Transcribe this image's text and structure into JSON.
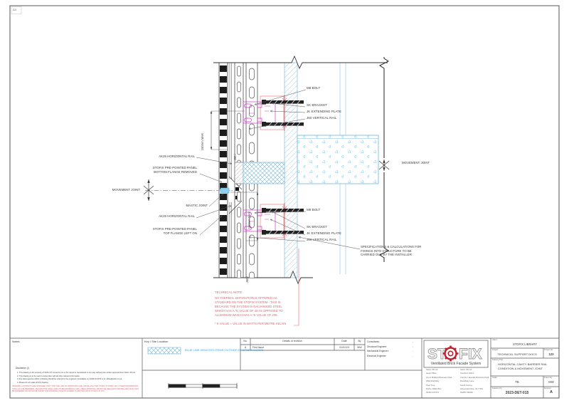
{
  "sheet": {
    "size_label": "A3"
  },
  "drawing": {
    "labels": {
      "m8_bolt": "M8 BOLT",
      "sk_bracket": "SK BRACKET",
      "jk_extending_plate": "JK EXTENDING PLATE",
      "j60_vertical_rail": "J60 VERTICAL RAIL",
      "ak25_horizontal_rail": "AK25 HORIZONTAL RAIL",
      "panel_bottom_flange": "STOFIX PRE-POINTED PANEL BOTTOM FLANGE REMOVED",
      "panel_top_flange": "STOFIX PRE-POINTED PANEL TOP FLANGE LEFT ON",
      "movement_joint": "MOVEMENT JOINT",
      "mastic_joint": "MASTIC JOINT",
      "dim_150": "150mm MAX",
      "j60_tag": "J60 /",
      "spec_note": "SPECIFICATIONS & CALCULATIONS FOR FIXINGS INTO STRUCTURE TO BE CARRIED OUT BY THE INSTALLER"
    },
    "technical_note": {
      "title": "TECHNICAL NOTE:",
      "body": "NO THERMAL SEPARATION IS OFFERED AS STANDARD ON THE STOFIX SYSTEM - THIS IS BECAUSE THE SYSTEM IS GALVANISED STEEL WHICH HAS A *K VALUE OF 45 AS OPPOSED TO ALUMINIUM WHICH HAS A *K VALUE OF 205.",
      "footnote": "* K VALUE = VALUE IN WATTS PER METRE KELVIN"
    },
    "colors": {
      "outside_scope_blue": "#7fbcd9",
      "bracket_magenta": "#c83cc8",
      "detail_red": "#e8909a",
      "note_red": "#e8606e"
    }
  },
  "notes_panel": {
    "title": "Notes"
  },
  "disclaimer": {
    "title": "Disclaimer  (!)",
    "items": [
      "1.   This drawing is the property of Stofix UK Ltd and is not to be copied or reproduced in any way without prior written approval from Stofix UK Ltd.",
      "2.   This drawing is to be read in conjunction with all other relevant information.",
      "3.   Any discrepancies within a drawing should be referred to the engineer immediately on 01332 347373 or E: office@stofix.co.uk",
      "4.   Please do not scale off this drawing."
    ],
    "warning": "DRAWING CONTENTS ARE INTENDED ONLY FOR THE USE OF APPROVING AND INSTALLING THE STOFIX SYSTEM. ANY OTHER INFORMATION SUCH AS THE BARRIERS, DECORATIVE STEEL AND OTHER MATERIALS WILL NEED APPROVAL FROM THE RELEVANT PARTIES AND MUST NOT BE ORDERED OR INSTALLED FROM THIS DRAWING UNLESS AGREED IN WRITING WITH STOFIX UK LTD."
  },
  "key_panel": {
    "title": "Key / Site Location",
    "blue_note": "BLUE LINE DENOTES ITEMS OUTSIDE OF STOFIX SCOPE"
  },
  "revision_table": {
    "headers": [
      "No.",
      "Details of revision",
      "Date",
      "By"
    ],
    "row": {
      "no": "A",
      "details": "First Issue",
      "date": "01/01/23",
      "by": "MW"
    }
  },
  "consultants": {
    "rows": [
      {
        "label": "Consultants:",
        "value": "-"
      },
      {
        "label": "Structural Engineer:",
        "value": "-"
      },
      {
        "label": "Mechanical Engineer:",
        "value": "-"
      },
      {
        "label": "Electrical Engineer:",
        "value": "-"
      }
    ]
  },
  "title_block": {
    "logo_st": "ST",
    "logo_fix": "FIX",
    "tagline": "Ventilated Brick Facade System",
    "office_left": [
      "Stofix UK Ltd",
      "Head Office",
      "13-14 Midland Business Park",
      "Willenhall Way",
      "Pear Tree",
      "Derby, DE24 8AJ",
      "01332 347373"
    ],
    "office_right": [
      "Stofix UK Ltd",
      "Southern Office",
      "Unit 3a, Lakeside Business Park",
      "Broadway Lane",
      "South Cerney",
      "Gloucestershire, GL7 5XL",
      "01285 700020"
    ],
    "client_label": "Client:",
    "client": "STOFIX LIBRARY",
    "project_label": "Project:",
    "project": "TECHNICAL SUPPORT DOCS",
    "project_no_label": "Project No:",
    "project_no": "123",
    "drawing_title_label": "Drawing Title:",
    "drawing_title": "HORIZONTAL CAVITY BARRIER RAIL CONDITION & MOVEMENT JOINT",
    "scale_label": "Scale:",
    "scale": "TB",
    "drawn_by_label": "Drawn By:",
    "drawn_by": "MW",
    "drawing_no_label": "Drawing No:",
    "drawing_no": "2023-DET-015",
    "revision_label": "Revision:",
    "revision": "A"
  }
}
